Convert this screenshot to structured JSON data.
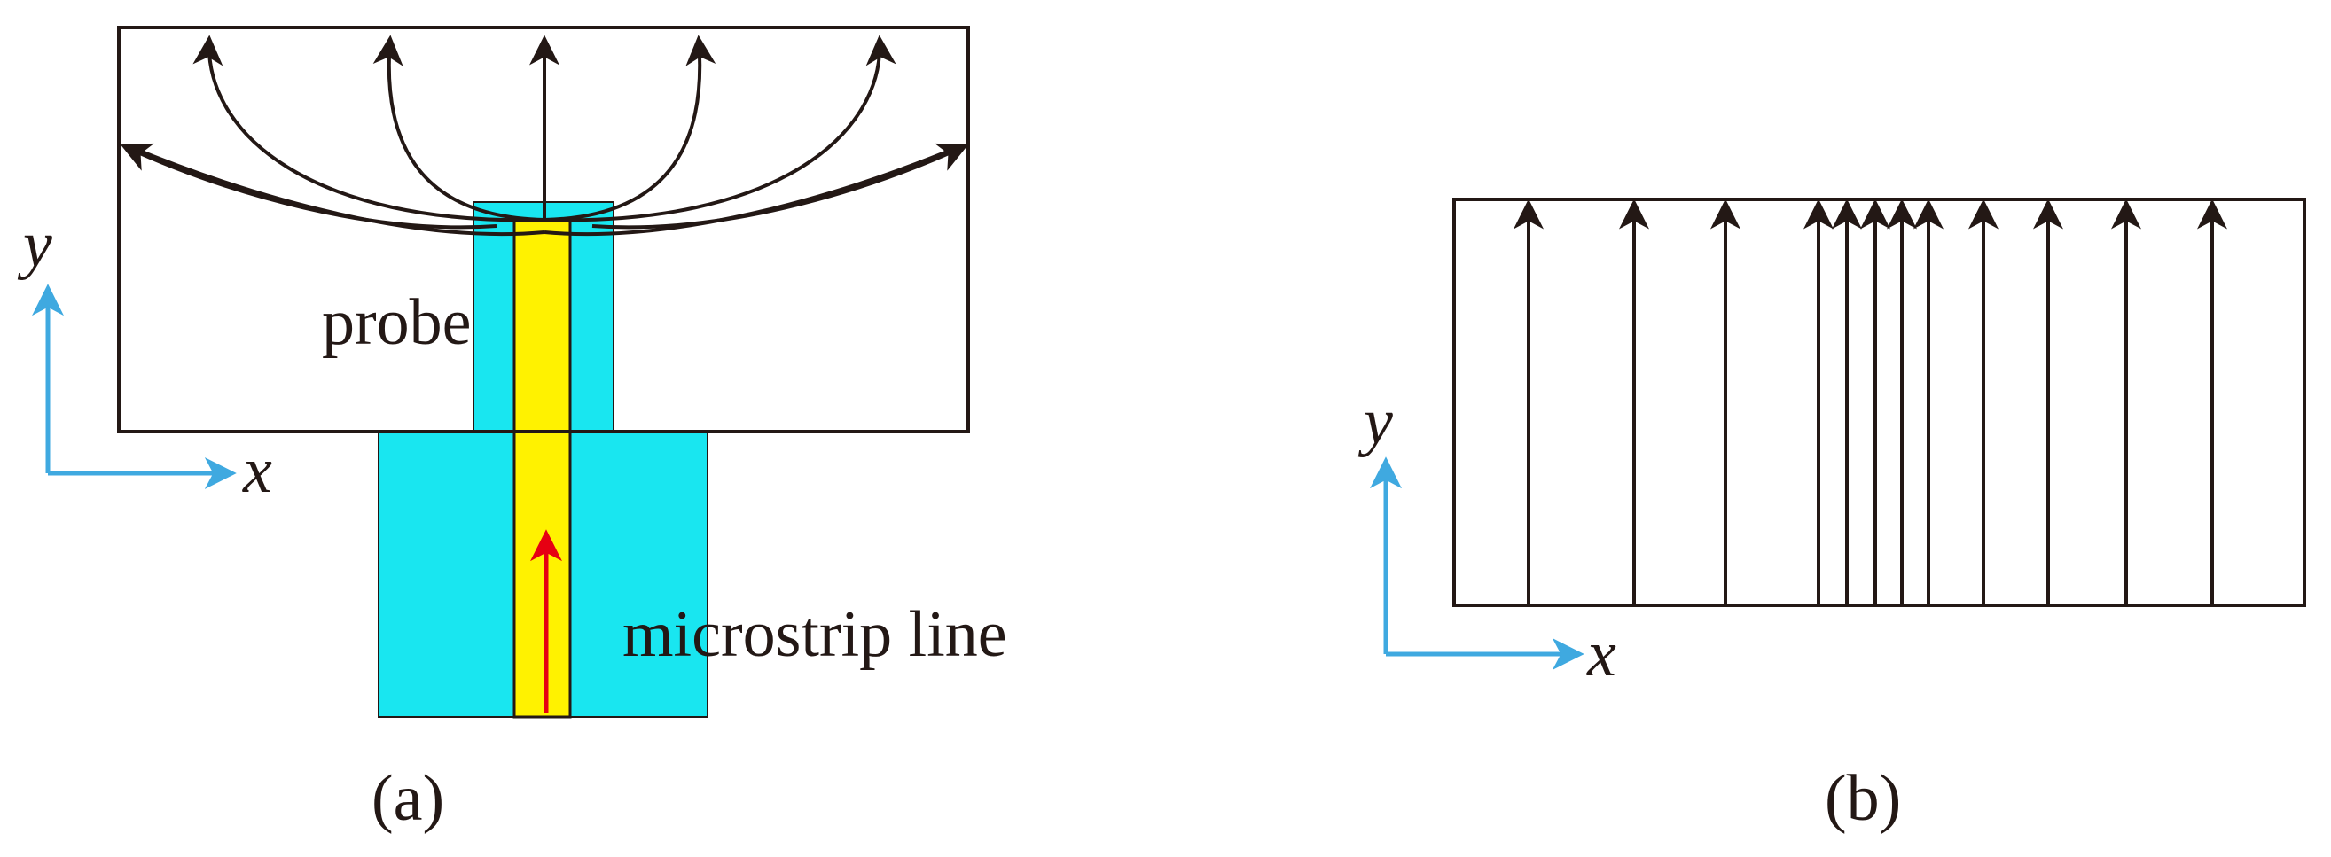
{
  "panel_a": {
    "probe_label": "probe",
    "line_label": "microstrip line",
    "x_axis": "x",
    "y_axis": "y",
    "caption": "(a)"
  },
  "panel_b": {
    "x_axis": "x",
    "y_axis": "y",
    "caption": "(b)"
  },
  "colors": {
    "substrate": "#19e6f0",
    "conductor": "#fff200",
    "outline": "#231815",
    "current_arrow": "#e60012",
    "axis": "#3fa9e0"
  }
}
